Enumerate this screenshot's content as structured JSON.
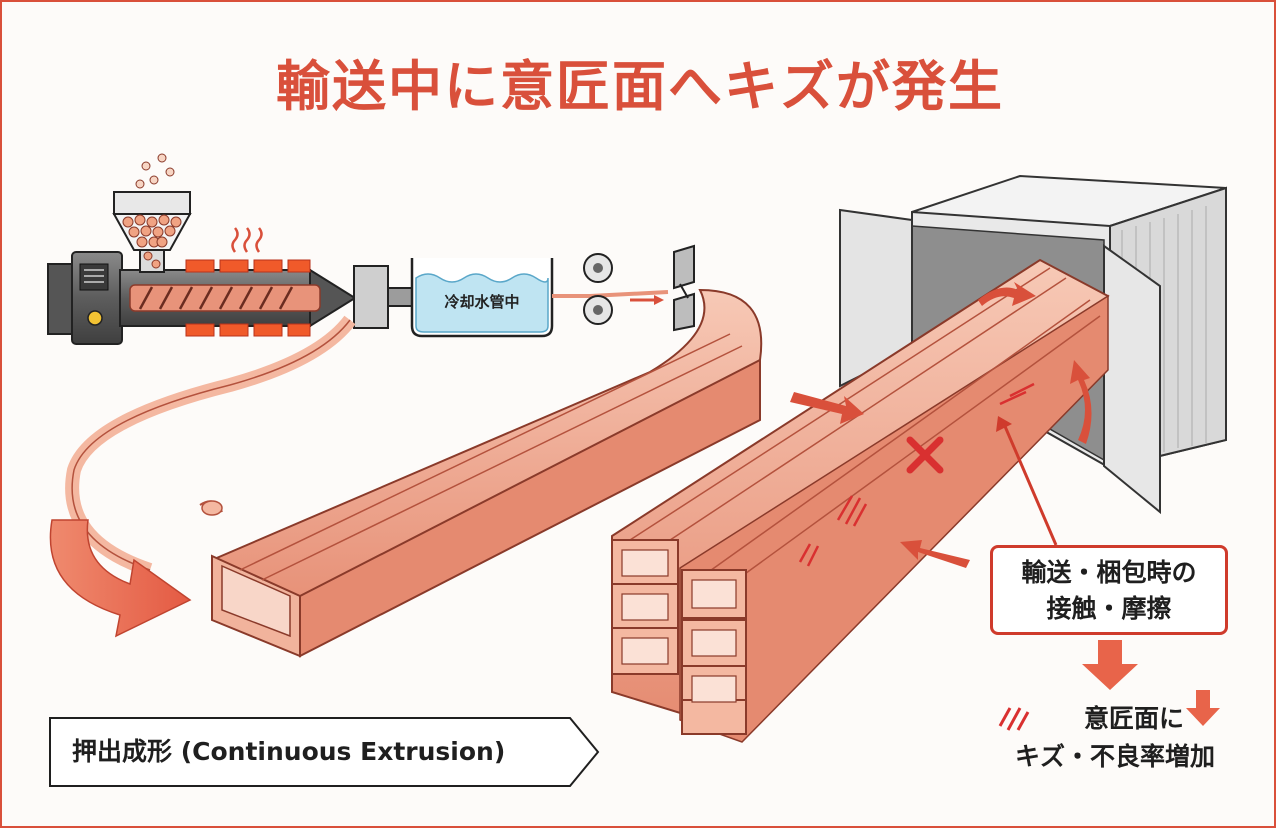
{
  "title": "輸送中に意匠面へキズが発生",
  "tank_label": "冷却水管中",
  "process_label": "押出成形 (Continuous Extrusion)",
  "cause_box": {
    "line1": "輸送・梱包時の",
    "line2": "接触・摩擦"
  },
  "effect": {
    "line1": "意匠面に",
    "line2": "キズ・不良率増加"
  },
  "icons": [
    "hopper-icon",
    "heat-waves-icon",
    "scratch-marks-icon",
    "defect-x-icon",
    "down-arrow-icon"
  ],
  "colors": {
    "accent": "#d9503b",
    "profile": "#e8937a",
    "profile_light": "#f6c5b2",
    "water": "#bfe4f2",
    "machine": "#6d6d6d"
  }
}
